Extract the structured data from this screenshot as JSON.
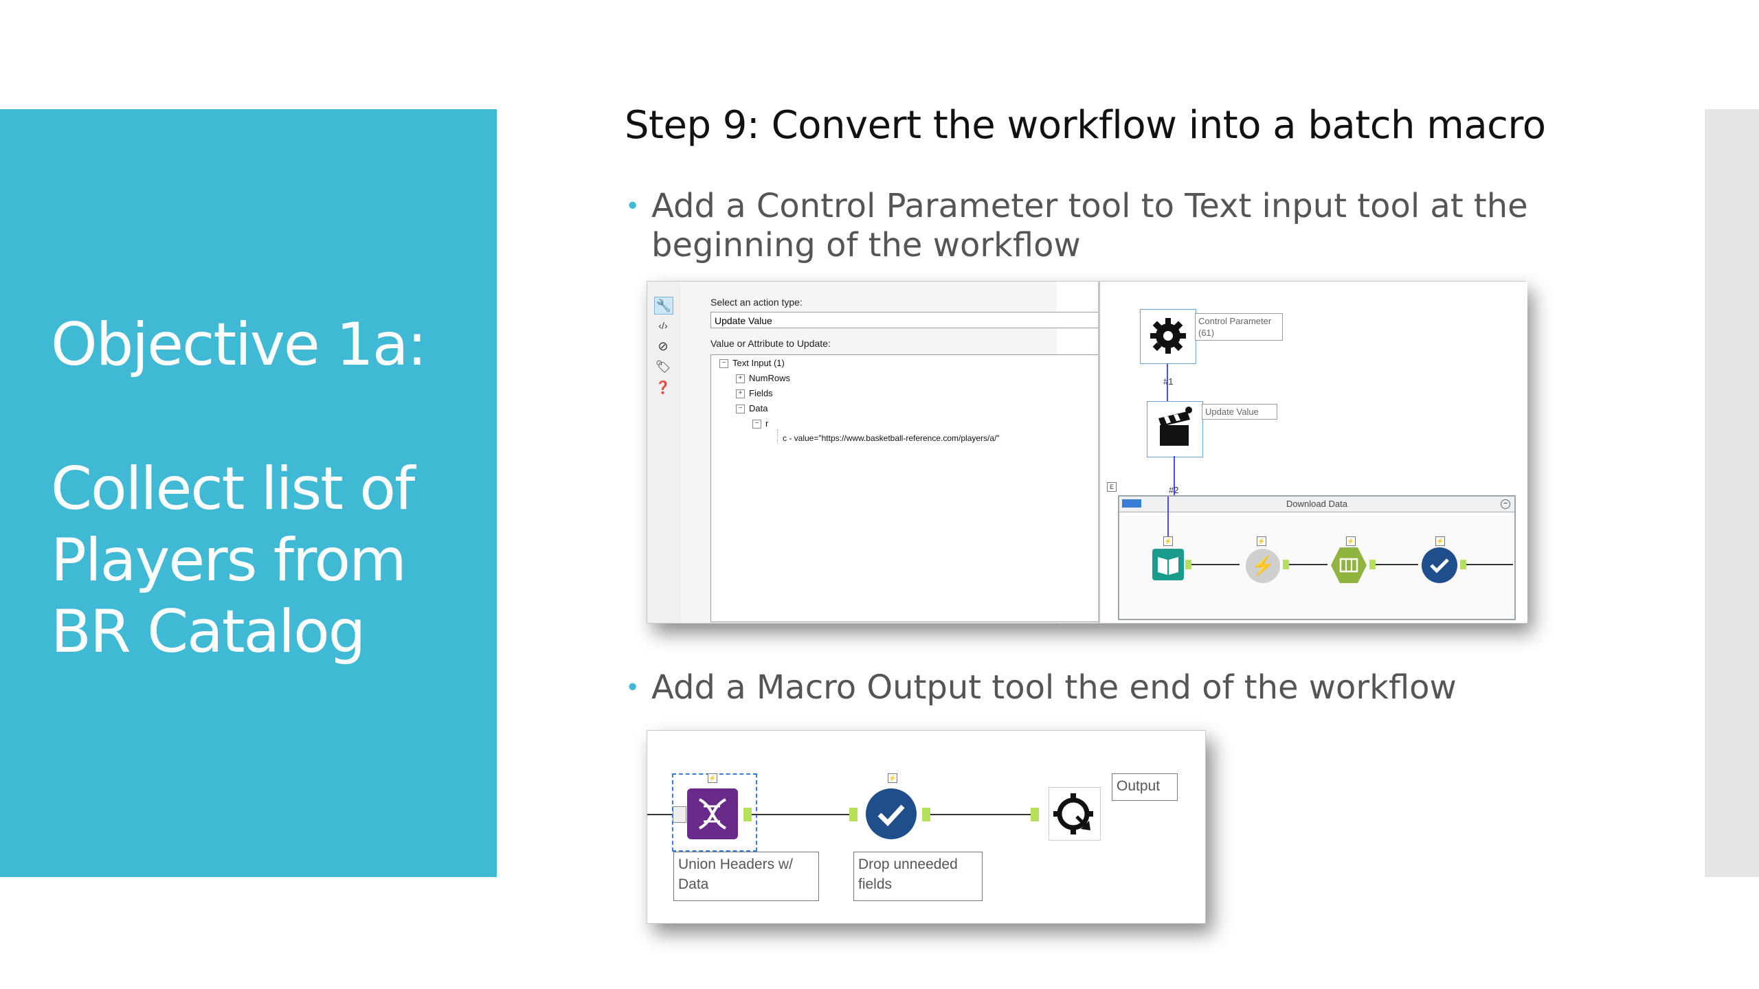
{
  "slide": {
    "objective_title": "Objective 1a:",
    "objective_lines": [
      "Collect list of",
      "Players from",
      "BR Catalog"
    ],
    "step_title": "Step 9: Convert the workflow into a batch macro",
    "bullet1": "Add a Control Parameter tool to Text input tool at the beginning of the workflow",
    "bullet2": "Add a Macro Output tool the end of the workflow",
    "bullet_glyph": "•",
    "accent_color": "#3fb9d4"
  },
  "screenshot1": {
    "config": {
      "action_type_label": "Select an action type:",
      "action_type_value": "Update Value",
      "attribute_label": "Value or Attribute to Update:",
      "tree": {
        "root": "Text Input (1)",
        "numrows": "NumRows",
        "fields": "Fields",
        "data": "Data",
        "r": "r",
        "value": "c - value=\"https://www.basketball-reference.com/players/a/\""
      }
    },
    "canvas": {
      "control_parameter_label": "Control Parameter (61)",
      "update_value_label": "Update Value",
      "conn1": "#1",
      "conn2": "#2",
      "container_title": "Download Data"
    }
  },
  "screenshot2": {
    "union_label": "Union Headers w/ Data",
    "drop_label": "Drop unneeded fields",
    "output_label": "Output"
  }
}
